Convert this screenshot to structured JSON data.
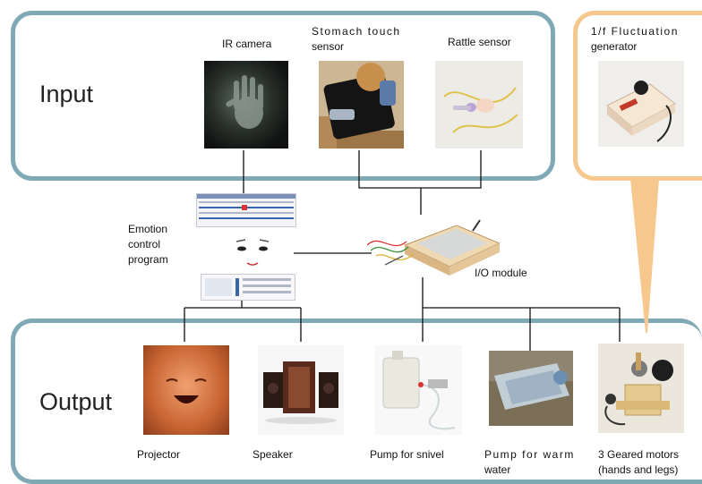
{
  "input": {
    "title": "Input",
    "ir_camera": "IR camera",
    "stomach_sensor_line1": "Stomach touch",
    "stomach_sensor_line2": "sensor",
    "rattle_sensor": "Rattle sensor"
  },
  "fluctuation": {
    "line1": "1/f Fluctuation",
    "line2": "generator"
  },
  "middle": {
    "emotion_line1": "Emotion",
    "emotion_line2": "control",
    "emotion_line3": "program",
    "io_module": "I/O module"
  },
  "output": {
    "title": "Output",
    "projector": "Projector",
    "speaker": "Speaker",
    "pump_snivel": "Pump for snivel",
    "pump_warm_line1": "Pump for warm",
    "pump_warm_line2": "water",
    "motors_line1": "3 Geared motors",
    "motors_line2": "(hands and legs)"
  },
  "colors": {
    "main_panel_border": "#7fa9b4",
    "fluctuation_border": "#f7c88e"
  }
}
